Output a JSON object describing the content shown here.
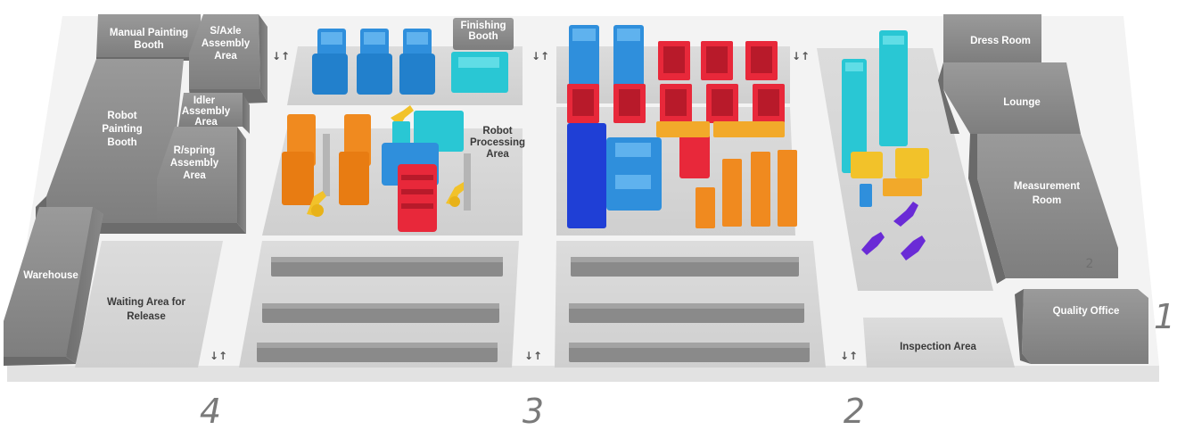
{
  "labels": {
    "manual_painting_booth": [
      "Manual Painting",
      "Booth"
    ],
    "saxle_assembly": [
      "S/Axle",
      "Assembly",
      "Area"
    ],
    "robot_painting_booth": [
      "Robot",
      "Painting",
      "Booth"
    ],
    "idler_assembly": [
      "Idler",
      "Assembly",
      "Area"
    ],
    "rspring_assembly": [
      "R/spring",
      "Assembly",
      "Area"
    ],
    "warehouse": "Warehouse",
    "waiting_area": [
      "Waiting Area for",
      "Release"
    ],
    "finishing_booth": [
      "Finishing",
      "Booth"
    ],
    "robot_processing": [
      "Robot",
      "Processing",
      "Area"
    ],
    "dress_room": "Dress Room",
    "lounge": "Lounge",
    "measurement_room": [
      "Measurement",
      "Room"
    ],
    "quality_office": "Quality Office",
    "inspection_area": "Inspection Area"
  },
  "zone_numbers": [
    "4",
    "3",
    "2",
    "1"
  ],
  "stair_marker": "2",
  "passage_arrow": "↓↑",
  "colors": {
    "building": "#8c8c8c",
    "floor": "#d6d6d6",
    "cnc_blue": "#2f8fdc",
    "press_red": "#e8283a",
    "robot_orange": "#f08a1f",
    "robot_yellow": "#f2c22a",
    "cyan": "#29c7d4",
    "deep_blue": "#1f3fd6",
    "violet": "#6a2bd6"
  }
}
